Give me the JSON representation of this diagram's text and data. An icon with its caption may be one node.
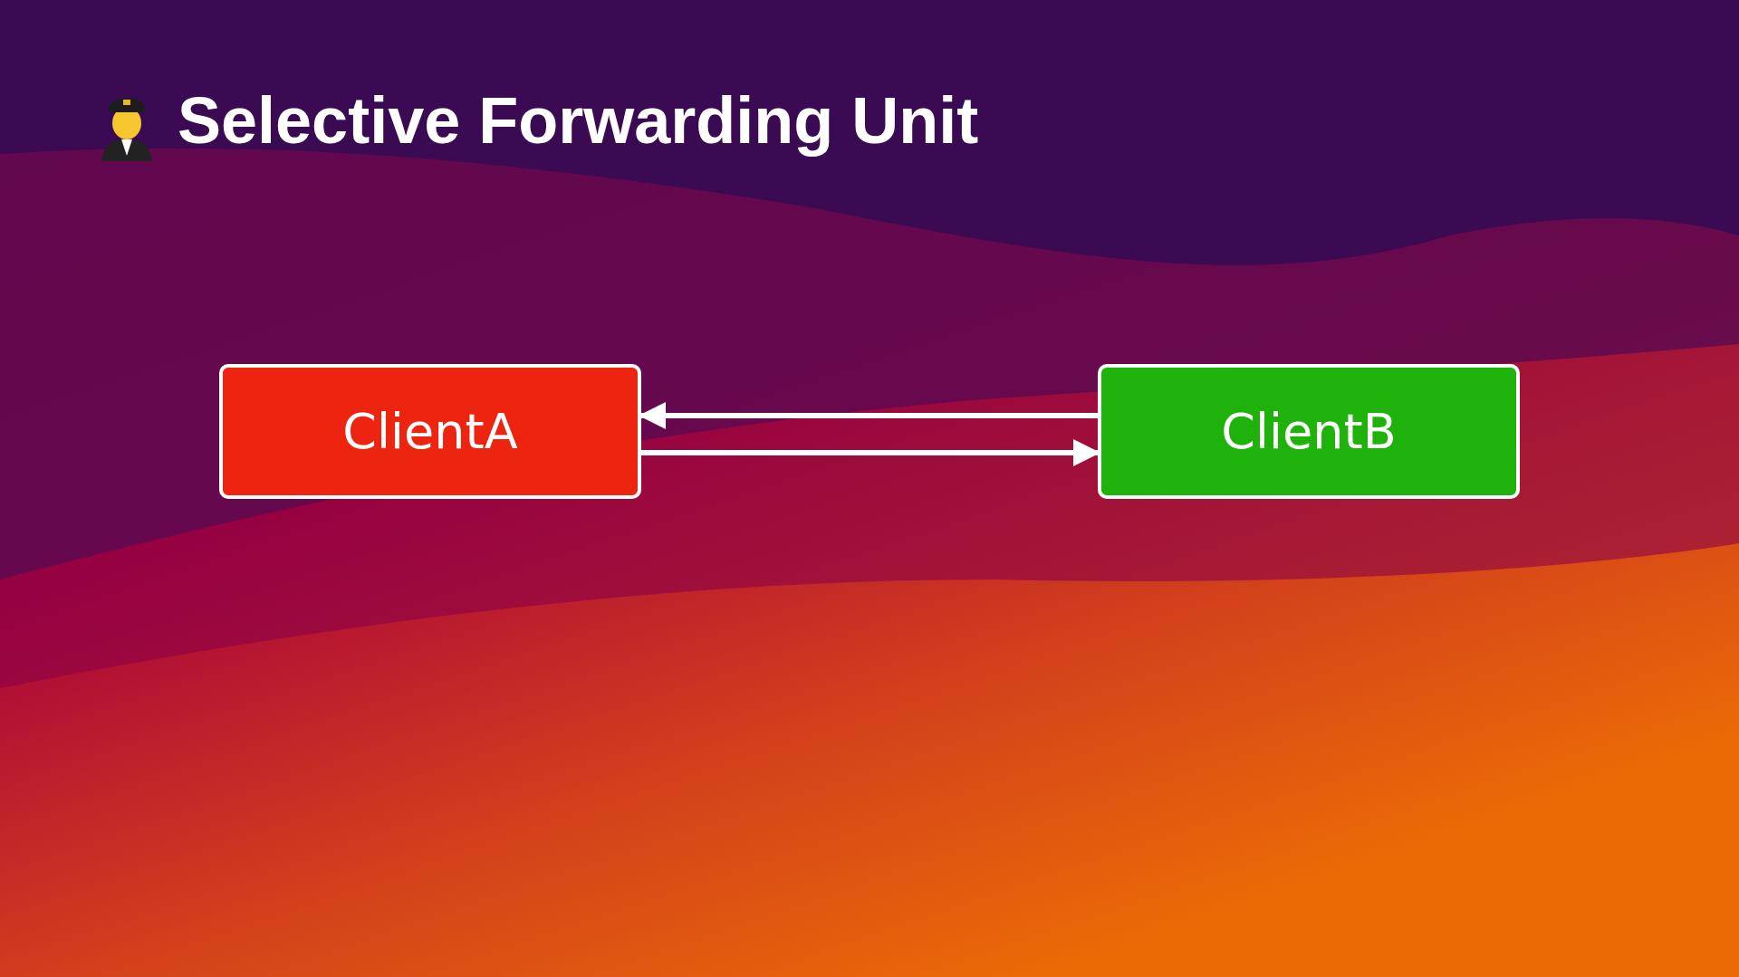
{
  "diagram": {
    "title": "Selective Forwarding Unit",
    "nodes": [
      {
        "text": [
          "ClientA"
        ]
      },
      {
        "text": [
          "ClientB"
        ]
      }
    ],
    "edges": [
      {
        "from": 1,
        "to": 0,
        "arrow": "to"
      },
      {
        "from": 0,
        "to": 1,
        "arrow": "to"
      }
    ]
  }
}
